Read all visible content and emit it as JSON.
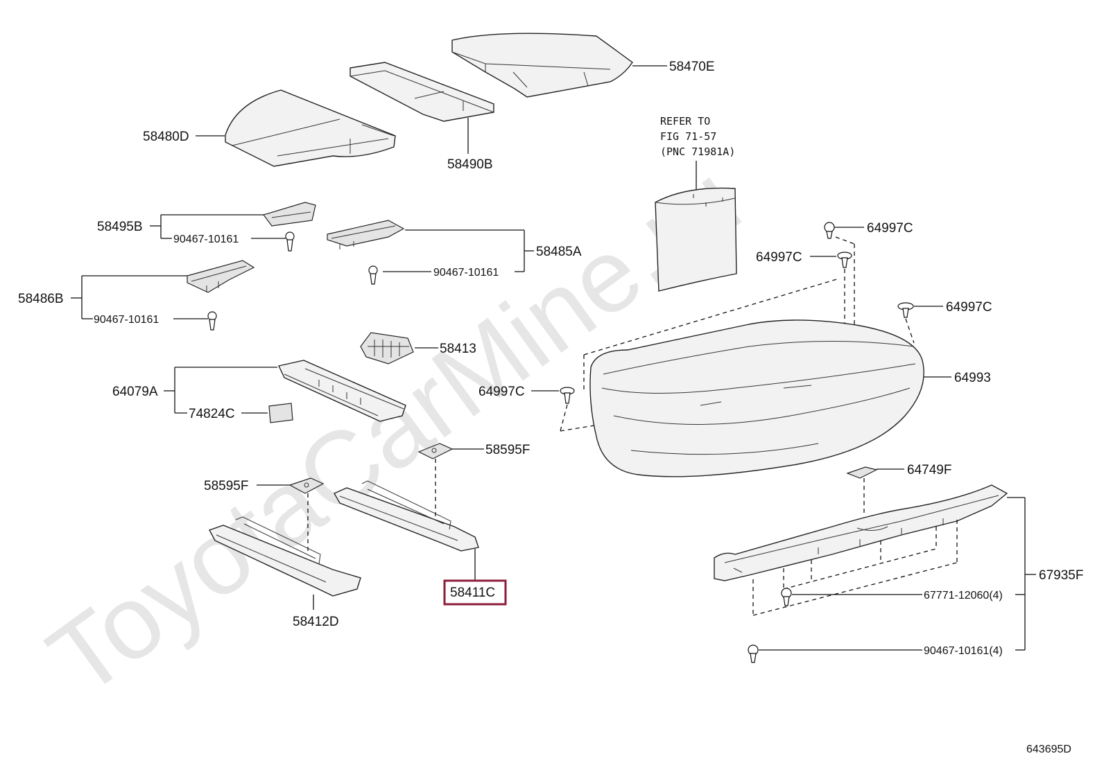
{
  "watermark": "ToyotaCarMine.ru",
  "figure_code": "643695D",
  "note": {
    "line1": "REFER TO",
    "line2": "FIG 71-57",
    "line3": "(PNC 71981A)"
  },
  "highlight_color": "#8b1c3a",
  "labels": {
    "p58470E": "58470E",
    "p58480D": "58480D",
    "p58490B": "58490B",
    "p58495B": "58495B",
    "p58495B_clip": "90467-10161",
    "p58485A": "58485A",
    "p58485A_clip": "90467-10161",
    "p58486B": "58486B",
    "p58486B_clip": "90467-10161",
    "p58413": "58413",
    "p64079A": "64079A",
    "p74824C": "74824C",
    "p58595F_a": "58595F",
    "p58595F_b": "58595F",
    "p58411C": "58411C",
    "p58412D": "58412D",
    "p64997C_a": "64997C",
    "p64997C_b": "64997C",
    "p64997C_c": "64997C",
    "p64997C_d": "64997C",
    "p64993": "64993",
    "p64749F": "64749F",
    "p67935F": "67935F",
    "p67771": "67771-12060(4)",
    "p90467_4": "90467-10161(4)"
  }
}
